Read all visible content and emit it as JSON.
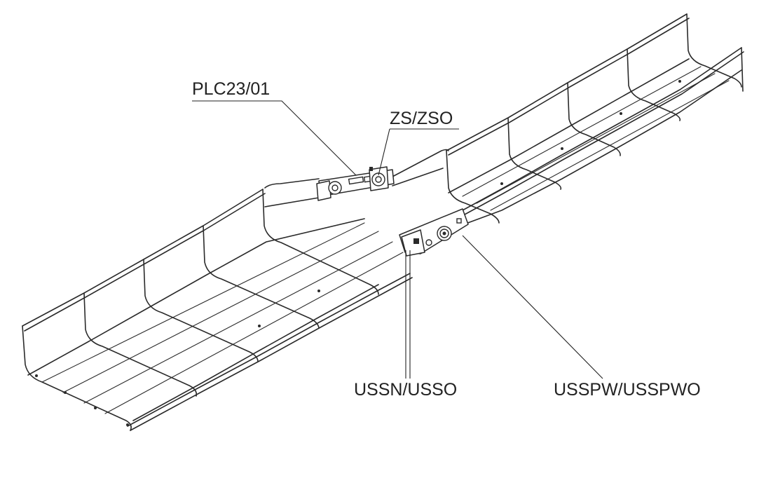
{
  "diagram": {
    "callouts": [
      {
        "id": "plc",
        "text": "PLC23/01"
      },
      {
        "id": "zs",
        "text": "ZS/ZSO"
      },
      {
        "id": "ussn",
        "text": "USSN/USSO"
      },
      {
        "id": "usspw",
        "text": "USSPW/USSPWO"
      }
    ],
    "line_color": "#2a2a2a",
    "text_color": "#222222",
    "background": "#ffffff"
  }
}
